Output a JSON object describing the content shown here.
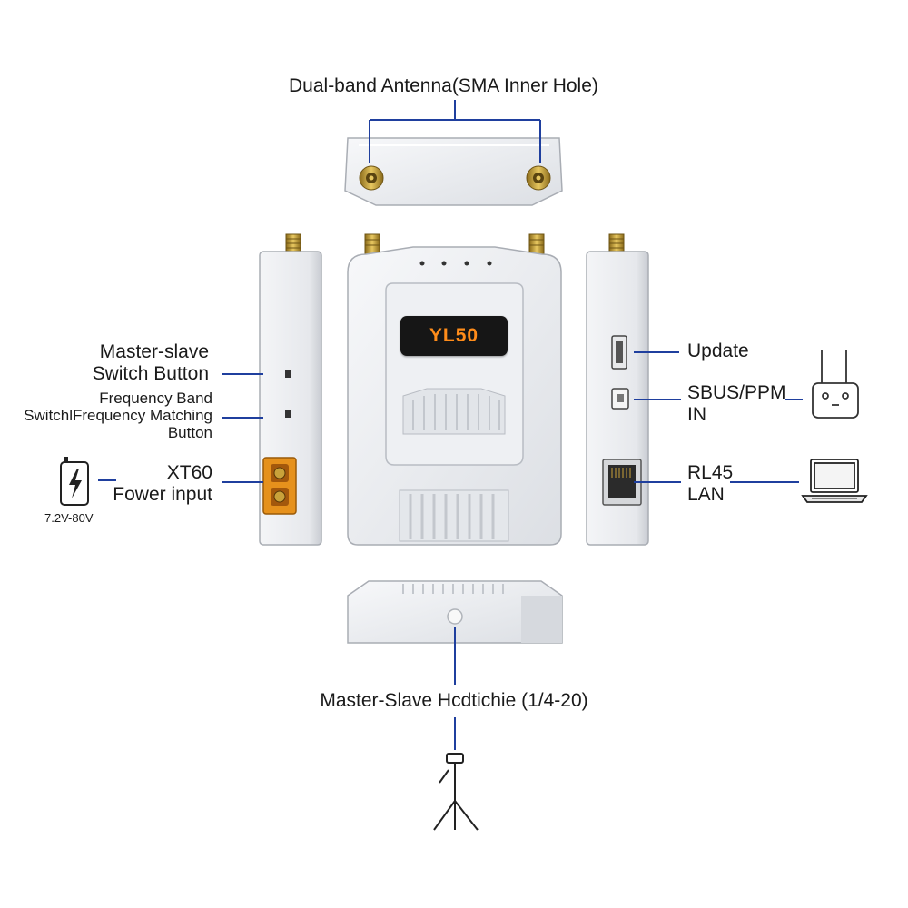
{
  "antenna_label": "Dual-band Antenna(SMA Inner Hole)",
  "device_model": "YL50",
  "left_side": {
    "master_slave": [
      "Master-slave",
      "Switch Button"
    ],
    "frequency_band": [
      "Frequency Band",
      "SwitchlFrequency Matching",
      "Button"
    ],
    "power": [
      "XT60",
      "Fower input"
    ],
    "voltage": "7.2V-80V"
  },
  "right_side": {
    "update": "Update",
    "sbus": [
      "SBUS/PPM",
      "IN"
    ],
    "lan": [
      "RL45",
      "LAN"
    ]
  },
  "bottom_label": "Master-Slave Hcdtichie (1/4-20)",
  "colors": {
    "leader_line": "#1f3f9e",
    "shell": "#eef0f3",
    "shell_edge": "#a9adb4",
    "connector_gold": "#c9a23a",
    "xt60_orange": "#e6911c",
    "display_bg": "#161616",
    "display_text": "#ff8c1a"
  },
  "icons": [
    "battery-icon",
    "remote-controller-icon",
    "laptop-icon",
    "tripod-icon"
  ]
}
